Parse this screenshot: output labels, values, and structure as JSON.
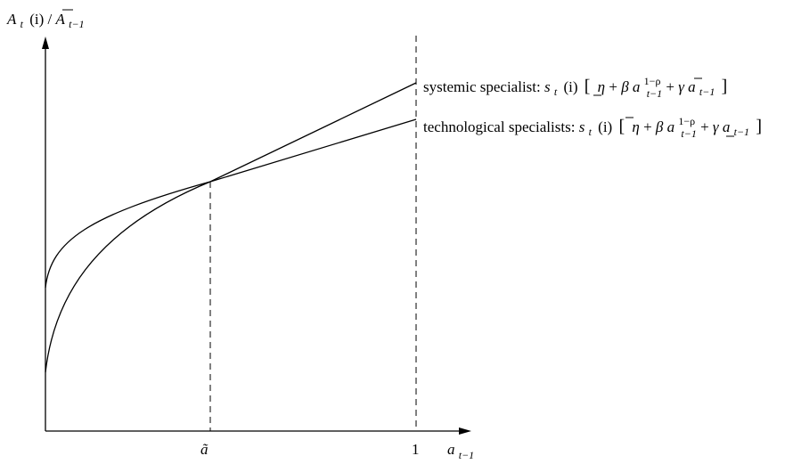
{
  "chart_data": {
    "type": "line",
    "y_axis_label": {
      "A": "A",
      "t": "t",
      "i": "(i)",
      "slash": "/",
      "Abar": "A",
      "sub": "t−1"
    },
    "x_axis_label": {
      "a": "a",
      "sub": "t−1"
    },
    "x_ticks": {
      "atilde": "ã",
      "one": "1"
    },
    "series": [
      {
        "name": "systemic specialist",
        "color": "#000000",
        "label": {
          "prefix": "systemic specialist: ",
          "s": "s",
          "t": "t",
          "i": "(i)",
          "lbr": "[",
          "eta": "η",
          "plus1": " + ",
          "beta": "β",
          "a": "a",
          "exp": "1−ρ",
          "subt": "t−1",
          "plus2": " + ",
          "gamma": "γ",
          "a2": "a",
          "sub2": "t−1",
          "rbr": "]"
        }
      },
      {
        "name": "technological specialists",
        "color": "#000000",
        "label": {
          "prefix": "technological specialists: ",
          "s": "s",
          "t": "t",
          "i": "(i)",
          "lbr": "[",
          "eta": "η",
          "plus1": " + ",
          "beta": "β",
          "a": "a",
          "exp": "1−ρ",
          "subt": "t−1",
          "plus2": " + ",
          "gamma": "γ",
          "a2": "a",
          "sub2": "t−1",
          "rbr": "]"
        }
      }
    ]
  }
}
